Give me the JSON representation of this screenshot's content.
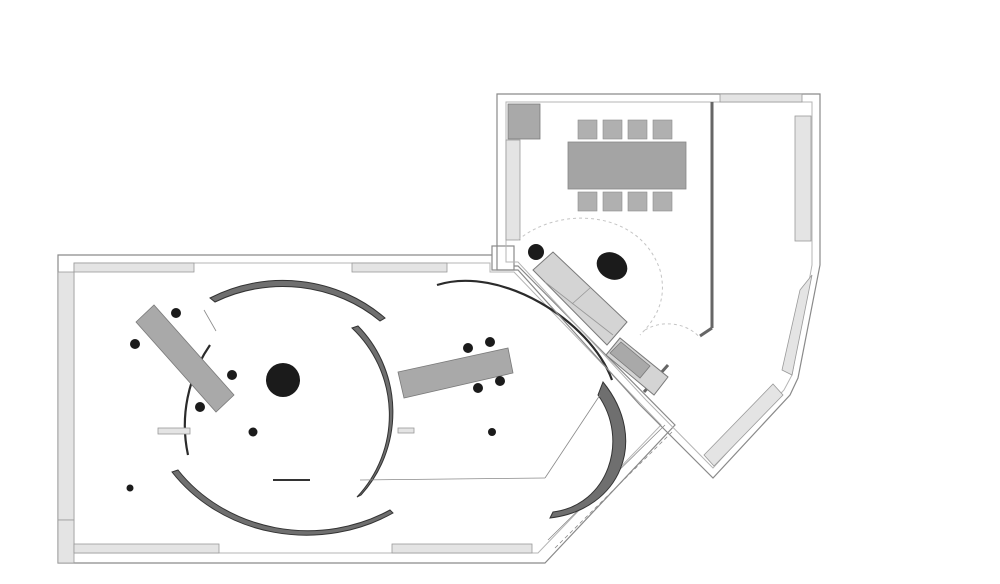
{
  "drawing": {
    "kind": "architectural floor plan",
    "text_labels": []
  },
  "colors": {
    "wall": "#8a8a8a",
    "glass_panel": "#e4e4e4",
    "curved_partition": "#6f6f6f",
    "furniture": "#a9a9a9",
    "column": "#1b1b1b",
    "background": "#ffffff"
  },
  "rooms": [
    {
      "id": "gallery",
      "description_hidden": true
    },
    {
      "id": "meeting-room",
      "description_hidden": true
    }
  ]
}
